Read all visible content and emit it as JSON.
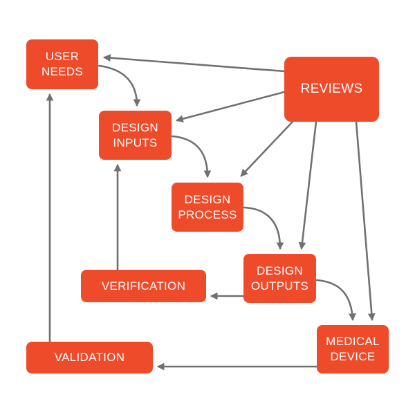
{
  "colors": {
    "box_fill": "#ee4b2b",
    "arrow": "#707070",
    "text": "#ffffff"
  },
  "diagram": {
    "nodes": {
      "user_needs": "USER\nNEEDS",
      "reviews": "REVIEWS",
      "design_inputs": "DESIGN\nINPUTS",
      "design_process": "DESIGN\nPROCESS",
      "design_outputs": "DESIGN\nOUTPUTS",
      "verification": "VERIFICATION",
      "medical_device": "MEDICAL\nDEVICE",
      "validation": "VALIDATION"
    },
    "edges": [
      {
        "from": "user_needs",
        "to": "design_inputs"
      },
      {
        "from": "design_inputs",
        "to": "design_process"
      },
      {
        "from": "design_process",
        "to": "design_outputs"
      },
      {
        "from": "design_outputs",
        "to": "medical_device"
      },
      {
        "from": "design_outputs",
        "to": "verification"
      },
      {
        "from": "verification",
        "to": "design_inputs"
      },
      {
        "from": "medical_device",
        "to": "validation"
      },
      {
        "from": "validation",
        "to": "user_needs"
      },
      {
        "from": "reviews",
        "to": "user_needs"
      },
      {
        "from": "reviews",
        "to": "design_inputs"
      },
      {
        "from": "reviews",
        "to": "design_process"
      },
      {
        "from": "reviews",
        "to": "design_outputs"
      },
      {
        "from": "reviews",
        "to": "medical_device"
      }
    ]
  }
}
